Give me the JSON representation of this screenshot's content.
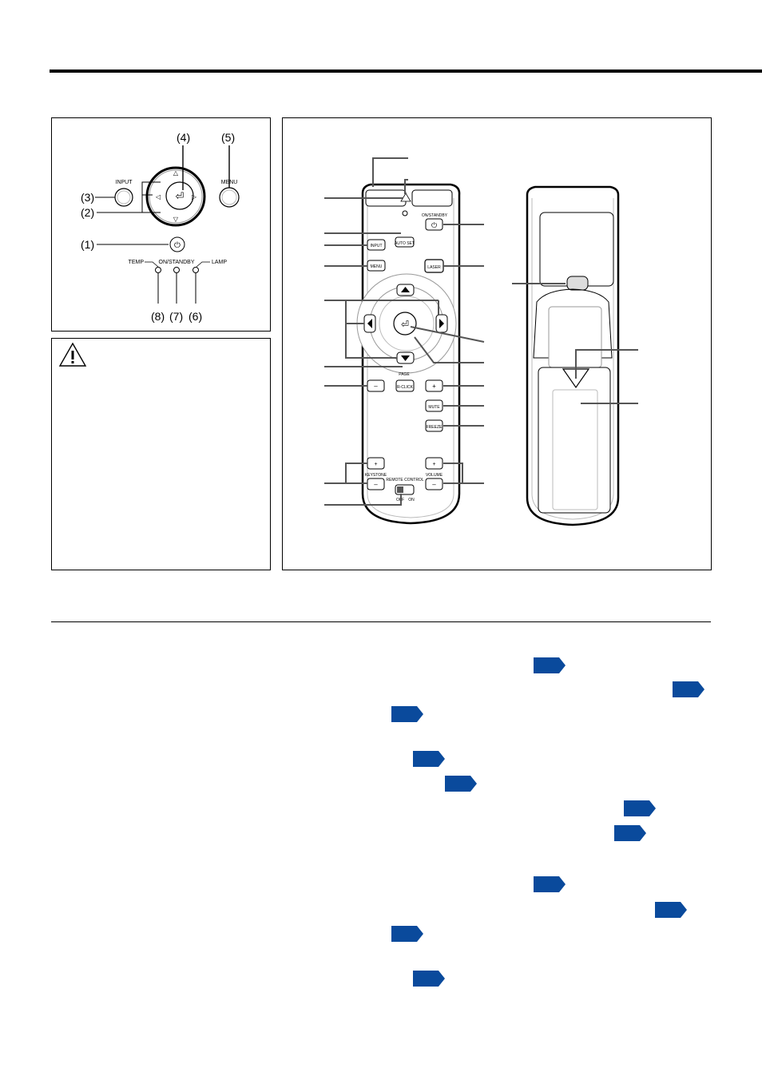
{
  "control_panel": {
    "callouts": [
      "(1)",
      "(2)",
      "(3)",
      "(4)",
      "(5)",
      "(6)",
      "(7)",
      "(8)"
    ],
    "input_label": "INPUT",
    "menu_label": "MENU",
    "temp_label": "TEMP",
    "on_standby_label": "ON/STANDBY",
    "lamp_label": "LAMP"
  },
  "warning_panel": {
    "icon": "warning-triangle-icon"
  },
  "remote": {
    "on_standby": "ON/STANDBY",
    "auto_set": "AUTO SET",
    "input": "INPUT",
    "menu": "MENU",
    "laser": "LASER",
    "page": "PAGE",
    "minus": "–",
    "plus": "+",
    "r_click": "R-CLICK",
    "mute": "MUTE",
    "freeze": "FREEZE",
    "keystone": "KEYSTONE",
    "volume": "VOLUME",
    "remote_control": "REMOTE CONTROL",
    "off": "OFF",
    "on": "ON"
  },
  "colors": {
    "reference_tag": "#0a4a9c"
  }
}
